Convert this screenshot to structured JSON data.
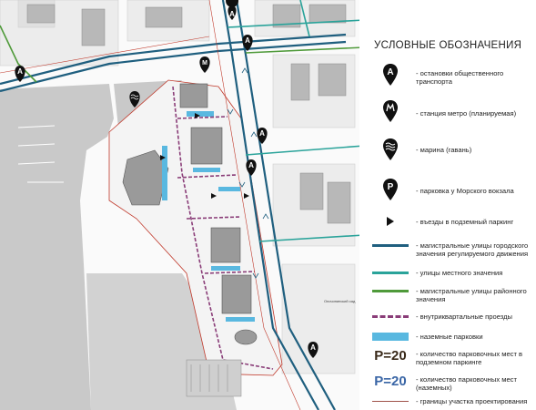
{
  "legend": {
    "title": "УСЛОВНЫЕ ОБОЗНАЧЕНИЯ",
    "items": [
      {
        "icon": "bus-stop-pin-icon",
        "glyph": "A",
        "text": "- остановки общественного транспорта"
      },
      {
        "icon": "metro-pin-icon",
        "glyph": "M",
        "text": "- станция метро (планируемая)"
      },
      {
        "icon": "marina-pin-icon",
        "glyph": "waves",
        "text": "- марина (гавань)"
      },
      {
        "icon": "parking-pin-icon",
        "glyph": "P",
        "text": "- парковка у Морского вокзала"
      },
      {
        "icon": "underground-entrance-triangle-icon",
        "text": "- въезды в подземный паркинг"
      },
      {
        "line": "#1f5f7f",
        "text": "- магистральные улицы городского значения регулируемого движения"
      },
      {
        "line": "#2aa39a",
        "text": "- улицы местного значения"
      },
      {
        "line": "#4f9a3a",
        "text": "- магистральные улицы районного значения"
      },
      {
        "line": "#8a3d78",
        "text": "- внутриквартальные проезды"
      },
      {
        "line": "#59b8e0",
        "text": "- наземные парковки"
      },
      {
        "label": "P=20",
        "color": "#3a2a1a",
        "text": "- количество парковочных мест в подземном паркинге"
      },
      {
        "label": "P=20",
        "color": "#3a66a6",
        "text": "- количество парковочных мест (наземных)"
      },
      {
        "line": "#a0524a",
        "text": "- границы участка проектирования"
      }
    ]
  },
  "map": {
    "labels": {
      "park": "Опочининский сад"
    },
    "colors": {
      "arterial": "#1f5f7f",
      "local": "#2aa39a",
      "district": "#4f9a3a",
      "internal": "#8a3d78",
      "parking": "#59b8e0",
      "boundary": "#c0392b",
      "water": "#c9c9c9",
      "building": "#999999"
    }
  }
}
